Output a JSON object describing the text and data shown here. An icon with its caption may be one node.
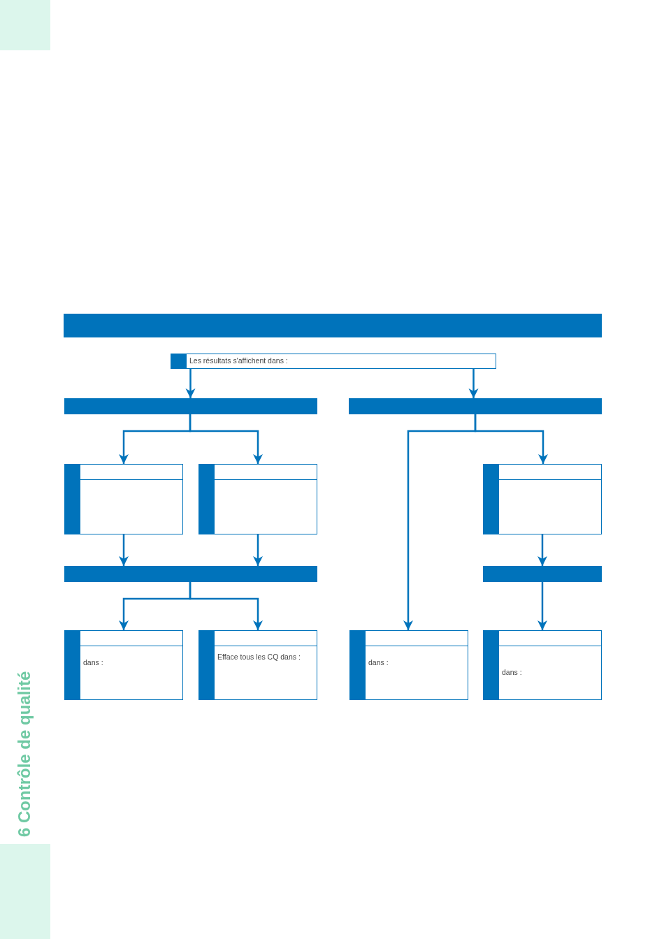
{
  "diagram": {
    "nodes": [
      {
        "text": [],
        "shape": "bar"
      },
      {
        "text": [
          "Les résultats s'affichent dans :"
        ]
      },
      {
        "text": [],
        "shape": "bar"
      },
      {
        "text": [],
        "shape": "bar"
      },
      {
        "text": [],
        "shape": "box"
      },
      {
        "text": [],
        "shape": "box"
      },
      {
        "text": [],
        "shape": "box"
      },
      {
        "text": [],
        "shape": "bar"
      },
      {
        "text": [],
        "shape": "bar"
      },
      {
        "text": [
          "dans :"
        ]
      },
      {
        "text": [
          "Efface tous les CQ dans :"
        ]
      },
      {
        "text": [
          "dans :"
        ]
      },
      {
        "text": [
          "dans :"
        ]
      }
    ],
    "edges": [
      {
        "from": 1,
        "to": 2,
        "arrow": "to"
      },
      {
        "from": 1,
        "to": 3,
        "arrow": "to"
      },
      {
        "from": 2,
        "to": 4,
        "arrow": "to"
      },
      {
        "from": 2,
        "to": 5,
        "arrow": "to"
      },
      {
        "from": 3,
        "to": 11,
        "arrow": "to"
      },
      {
        "from": 3,
        "to": 6,
        "arrow": "to"
      },
      {
        "from": 4,
        "to": 7,
        "arrow": "to"
      },
      {
        "from": 5,
        "to": 7,
        "arrow": "to"
      },
      {
        "from": 7,
        "to": 9,
        "arrow": "to"
      },
      {
        "from": 7,
        "to": 10,
        "arrow": "to"
      },
      {
        "from": 6,
        "to": 8,
        "arrow": "to"
      },
      {
        "from": 8,
        "to": 12,
        "arrow": "to"
      }
    ],
    "labels": [
      "6 Contrôle de qualité"
    ]
  }
}
